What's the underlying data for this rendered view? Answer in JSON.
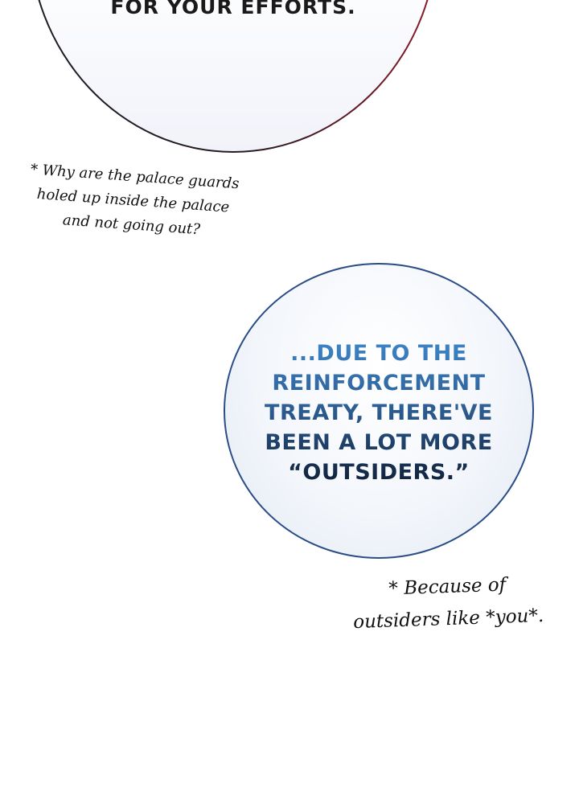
{
  "panel": {
    "top_bubble_text": "FOR YOUR EFFORTS.",
    "aside_1": "* Why are the palace guards\nholed up inside the palace\nand not going out?",
    "main_bubble_text": "...DUE TO THE\nREINFORCEMENT\nTREATY, THERE'VE\nBEEN A LOT MORE\n“OUTSIDERS.”",
    "aside_2": "* Because of\noutsiders like *you*."
  }
}
